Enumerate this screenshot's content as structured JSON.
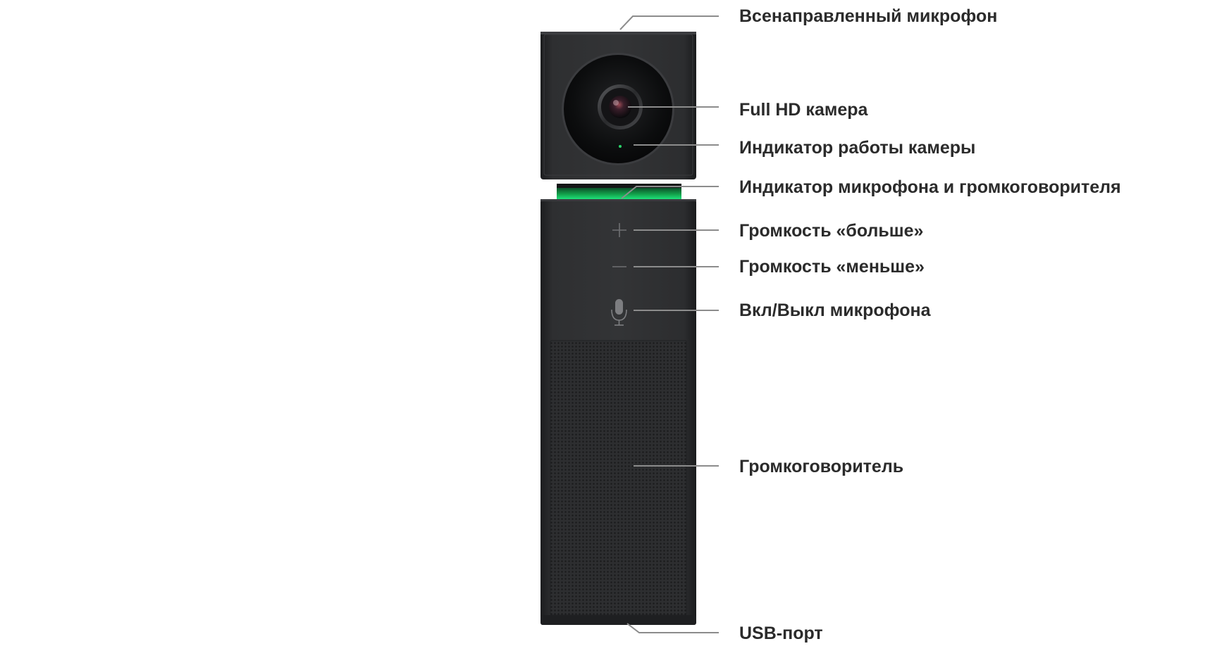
{
  "figure": {
    "colors": {
      "background": "#ffffff",
      "device_body": "#2a2b2d",
      "device_edge": "#1a1b1c",
      "lens_ring": "#111213",
      "led_green": "#19c25a",
      "leader_line": "#8c8c8c",
      "label_text": "#2b2b2b"
    },
    "callouts": [
      {
        "id": "omni-mic",
        "text": "Всенаправленный микрофон"
      },
      {
        "id": "camera",
        "text": "Full HD камера"
      },
      {
        "id": "camera-led",
        "text": "Индикатор работы камеры"
      },
      {
        "id": "mic-speaker-led",
        "text": "Индикатор микрофона и громкоговорителя"
      },
      {
        "id": "vol-up",
        "text": "Громкость «больше»"
      },
      {
        "id": "vol-down",
        "text": "Громкость «меньше»"
      },
      {
        "id": "mic-toggle",
        "text": "Вкл/Выкл микрофона"
      },
      {
        "id": "speaker",
        "text": "Громкоговоритель"
      },
      {
        "id": "usb",
        "text": "USB-порт"
      }
    ],
    "controls": {
      "plus_symbol": "+",
      "minus_symbol": "—",
      "mic_icon": "microphone-icon"
    }
  }
}
